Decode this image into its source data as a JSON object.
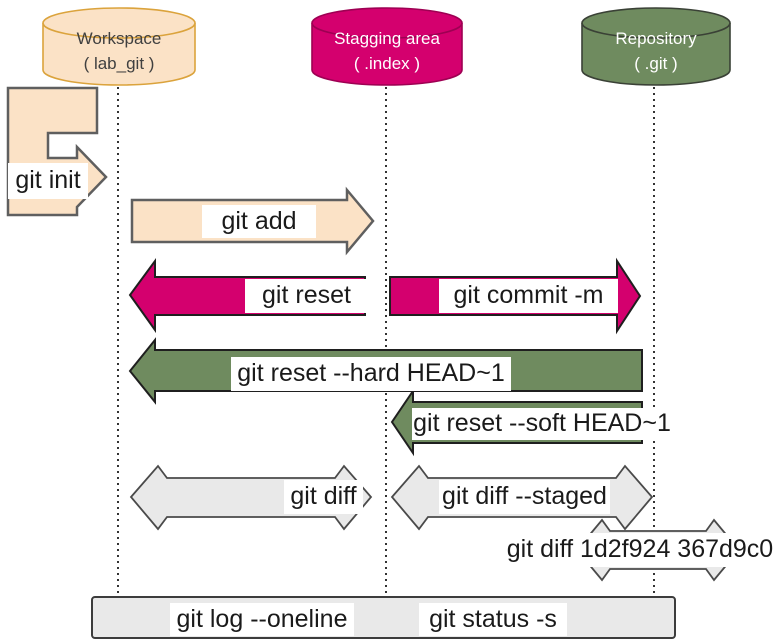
{
  "colors": {
    "peach": "#FBE2C6",
    "magenta": "#D4006E",
    "green": "#6F8B5F",
    "arrow_gray": "#E9E9E9",
    "bar_gray": "#E9E9E9",
    "workspace_border": "#DBA33C",
    "staging_border": "#9E0053",
    "repo_border": "#3A4136",
    "label_bg": "#FFFFFF",
    "label_text": "#1A1A1A"
  },
  "nodes": {
    "workspace": {
      "line1": "Workspace",
      "line2": "( lab_git )"
    },
    "staging": {
      "line1": "Stagging area",
      "line2": "( .index )"
    },
    "repository": {
      "line1": "Repository",
      "line2": "( .git )"
    }
  },
  "commands": {
    "init": "git init",
    "add": "git add",
    "reset": "git reset",
    "commit": "git commit -m",
    "reset_hard": "git reset --hard HEAD~1",
    "reset_soft": "git reset --soft HEAD~1",
    "diff": "git diff",
    "diff_staged": "git diff --staged",
    "diff_commits": "git diff 1d2f924 367d9c0",
    "log": "git log --oneline",
    "status": "git status -s"
  }
}
